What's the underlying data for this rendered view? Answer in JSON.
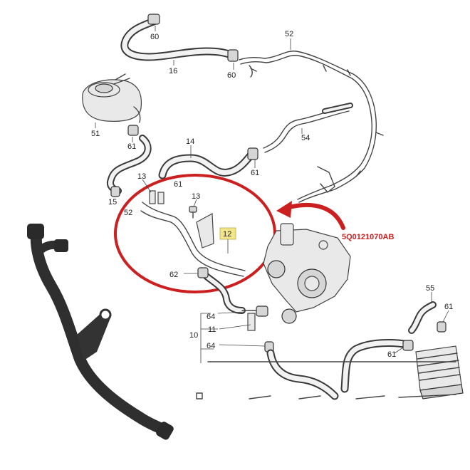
{
  "part_number": "5Q0121070AB",
  "colors": {
    "highlight_red": "#cc1f1f",
    "label_yellow": "#f3e68a",
    "line_gray": "#444444"
  },
  "callouts": [
    {
      "id": "c60a",
      "label": "60"
    },
    {
      "id": "c52",
      "label": "52"
    },
    {
      "id": "c16",
      "label": "16"
    },
    {
      "id": "c60b",
      "label": "60"
    },
    {
      "id": "c51",
      "label": "51"
    },
    {
      "id": "c61a",
      "label": "61"
    },
    {
      "id": "c14",
      "label": "14"
    },
    {
      "id": "c54",
      "label": "54"
    },
    {
      "id": "c61b",
      "label": "61"
    },
    {
      "id": "c13a",
      "label": "13"
    },
    {
      "id": "c61c",
      "label": "61"
    },
    {
      "id": "c15",
      "label": "15"
    },
    {
      "id": "c52b",
      "label": "52"
    },
    {
      "id": "c13b",
      "label": "13"
    },
    {
      "id": "c12",
      "label": "12"
    },
    {
      "id": "c62",
      "label": "62"
    },
    {
      "id": "c64a",
      "label": "64"
    },
    {
      "id": "c11",
      "label": "11"
    },
    {
      "id": "c10",
      "label": "10"
    },
    {
      "id": "c64b",
      "label": "64"
    },
    {
      "id": "c55",
      "label": "55"
    },
    {
      "id": "c61d",
      "label": "61"
    },
    {
      "id": "c61e",
      "label": "61"
    }
  ]
}
